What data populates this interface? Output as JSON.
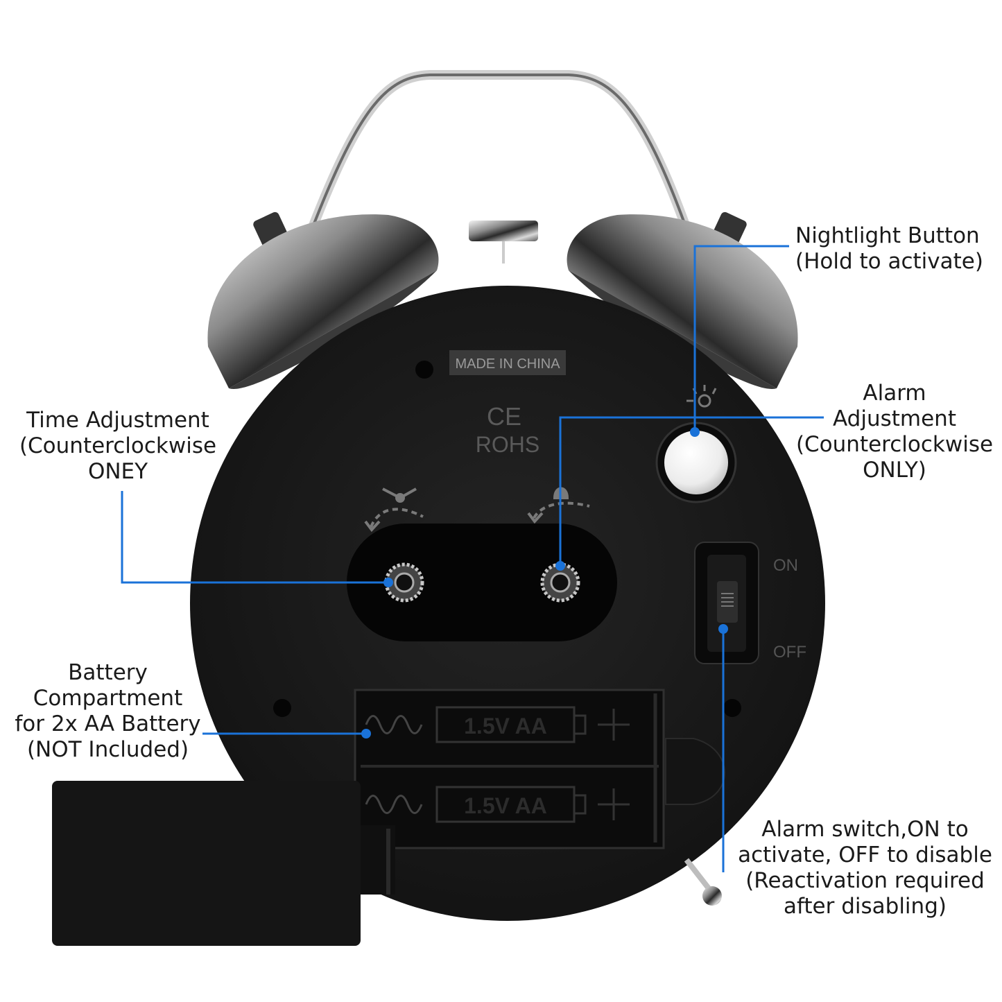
{
  "colors": {
    "background": "#ffffff",
    "clock_body": "#1c1c1c",
    "leader_line": "#1a72d8",
    "label_text": "#1a1a1a",
    "chrome": "#b9b9b9"
  },
  "case_markings": {
    "made_in": "MADE IN CHINA",
    "ce_mark": "CE",
    "rohs": "ROHS",
    "switch_on": "ON",
    "switch_off": "OFF",
    "battery_top": "1.5V AA",
    "battery_bottom": "1.5V AA",
    "icon_time": "time-adjust-icon",
    "icon_alarm": "alarm-bell-icon",
    "icon_light": "light-bulb-icon"
  },
  "callouts": {
    "nightlight": [
      "Nightlight Button",
      "(Hold to activate)"
    ],
    "alarm_adjust": [
      "Alarm",
      "Adjustment",
      "(Counterclockwise",
      "ONLY)"
    ],
    "time_adjust": [
      "Time Adjustment",
      "(Counterclockwise",
      "ONEY"
    ],
    "battery": [
      "Battery",
      "Compartment",
      "for 2x AA Battery",
      "(NOT Included)"
    ],
    "alarm_switch": [
      "Alarm switch,ON to",
      "activate, OFF to disable",
      "(Reactivation required",
      "after disabling)"
    ]
  }
}
